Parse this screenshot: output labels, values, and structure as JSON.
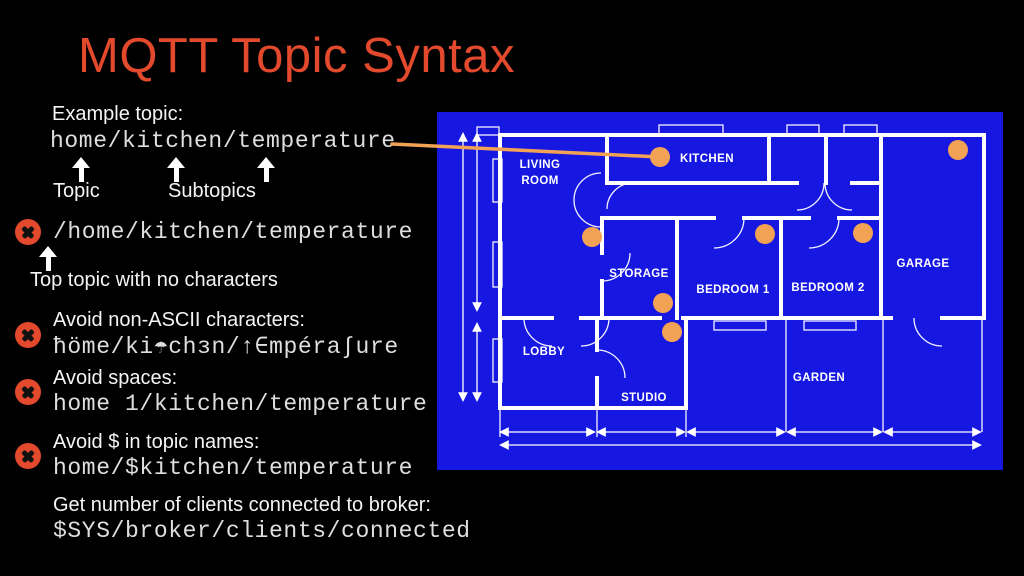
{
  "slide": {
    "title": "MQTT Topic Syntax",
    "example": {
      "label": "Example topic:",
      "topic": "home/kitchen/temperature",
      "topic_annotation": "Topic",
      "subtopics_annotation": "Subtopics"
    },
    "rules": [
      {
        "code": "/home/kitchen/temperature",
        "note": "Top topic with no characters"
      },
      {
        "heading": "Avoid non-ASCII characters:",
        "code": "ħöme/ki☂chɜn/↑∈mpéra∫ure"
      },
      {
        "heading": "Avoid spaces:",
        "code": "home 1/kitchen/temperature"
      },
      {
        "heading": "Avoid $ in topic names:",
        "code": "home/$kitchen/temperature"
      },
      {
        "heading": "Get number of clients connected to broker:",
        "code": "$SYS/broker/clients/connected"
      }
    ]
  },
  "floorplan": {
    "rooms": {
      "living_room_line1": "LIVING",
      "living_room_line2": "ROOM",
      "kitchen": "KITCHEN",
      "storage": "STORAGE",
      "bedroom1": "BEDROOM 1",
      "bedroom2": "BEDROOM 2",
      "garage": "GARAGE",
      "lobby": "LOBBY",
      "studio": "STUDIO",
      "garden": "GARDEN"
    },
    "sensor_count": 7
  },
  "colors": {
    "accent_red": "#E2492D",
    "blueprint_blue": "#1717E2",
    "sensor_orange": "#F2A254",
    "background": "#000000"
  }
}
